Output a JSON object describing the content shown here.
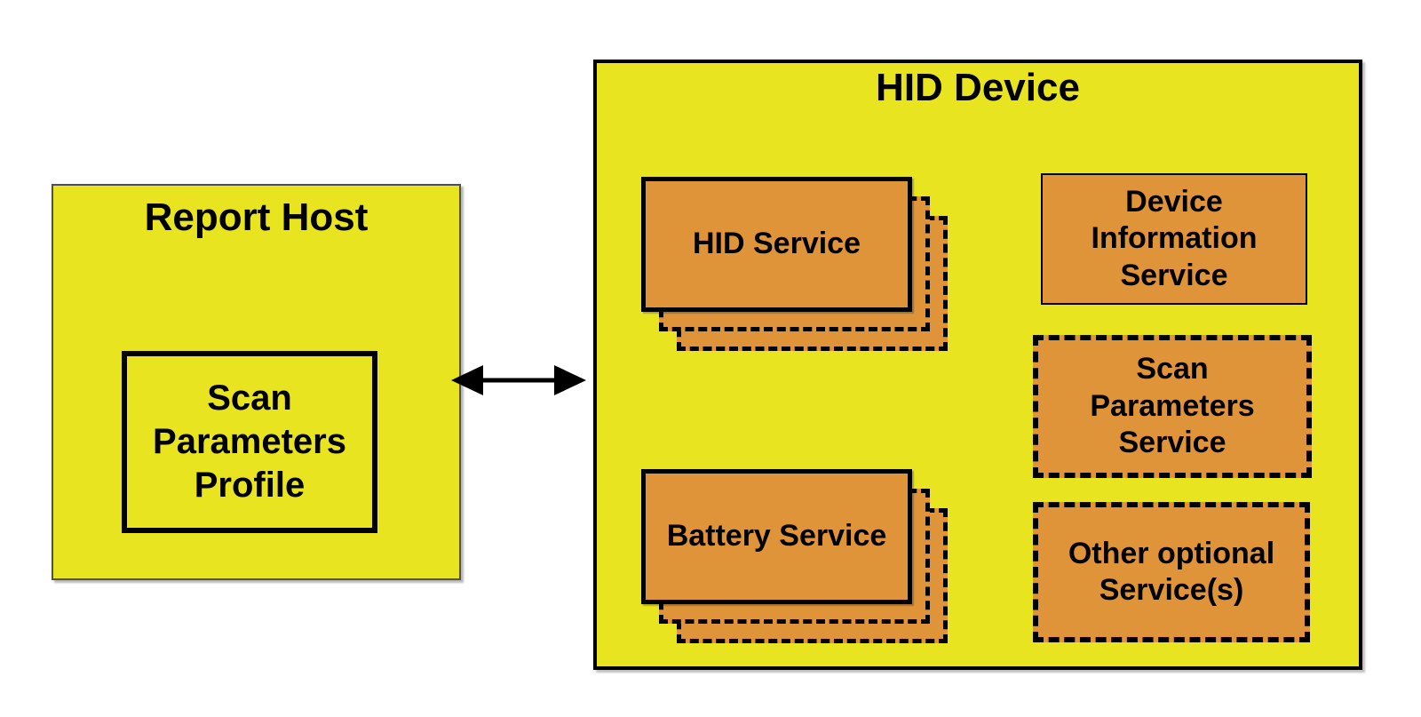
{
  "report_host": {
    "title": "Report Host",
    "scan_parameters_profile_label": "Scan\nParameters\nProfile"
  },
  "connection": {
    "arrow_icon": "bidirectional-arrow",
    "direction": "horizontal-double-headed"
  },
  "hid_device": {
    "title": "HID Device",
    "hid_service_label": "HID Service",
    "battery_service_label": "Battery Service",
    "device_information_service_label": "Device\nInformation\nService",
    "scan_parameters_service_label": "Scan\nParameters\nService",
    "other_optional_services_label": "Other optional\nService(s)"
  },
  "colors": {
    "host_device_fill": "#e8e41f",
    "service_fill": "#e0943a",
    "border": "#000000",
    "text": "#000000",
    "background": "#ffffff"
  }
}
